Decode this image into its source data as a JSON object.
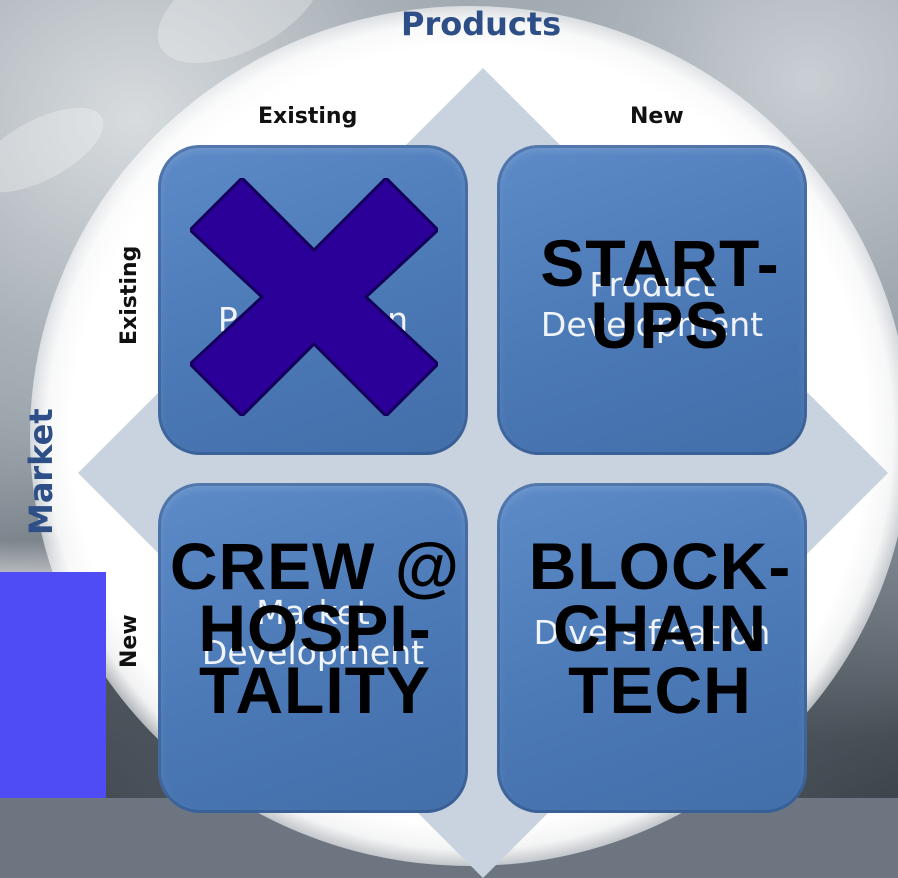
{
  "axes": {
    "products_title": "Products",
    "market_title": "Market",
    "top_existing": "Existing",
    "top_new": "New",
    "left_existing": "Existing",
    "left_new": "New"
  },
  "quadrants": {
    "top_left": {
      "label": "Penetration"
    },
    "top_right": {
      "label": "Product\nDevelopment"
    },
    "bottom_left": {
      "label": "Market\nDevelopment"
    },
    "bottom_right": {
      "label": "Diversification"
    }
  },
  "overlays": {
    "startups": "START-\nUPS",
    "crew": "CREW @\nHOSPI-\nTALITY",
    "blockchain": "BLOCK-\nCHAIN\nTECH"
  },
  "colors": {
    "quadrant_blue": "#4b79b6",
    "cross_purple": "#2a0099",
    "side_box": "#4f4cf5"
  }
}
